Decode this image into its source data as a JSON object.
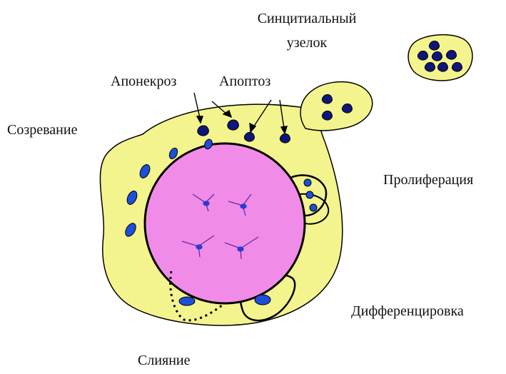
{
  "labels": {
    "syncytial_knot": [
      "Синцитиальный",
      "узелок"
    ],
    "aponecrosis": "Апонекроз",
    "apoptosis": "Апоптоз",
    "maturation": "Созревание",
    "proliferation": "Пролиферация",
    "differentiation": "Дифференцировка",
    "fusion": "Слияние"
  },
  "colors": {
    "syncytium_fill": "#f4f48e",
    "villus_core_fill": "#f08ce8",
    "nucleus_fill": "#1e4fd8",
    "dark_nucleus_fill": "#10157a",
    "outline": "#000000"
  }
}
